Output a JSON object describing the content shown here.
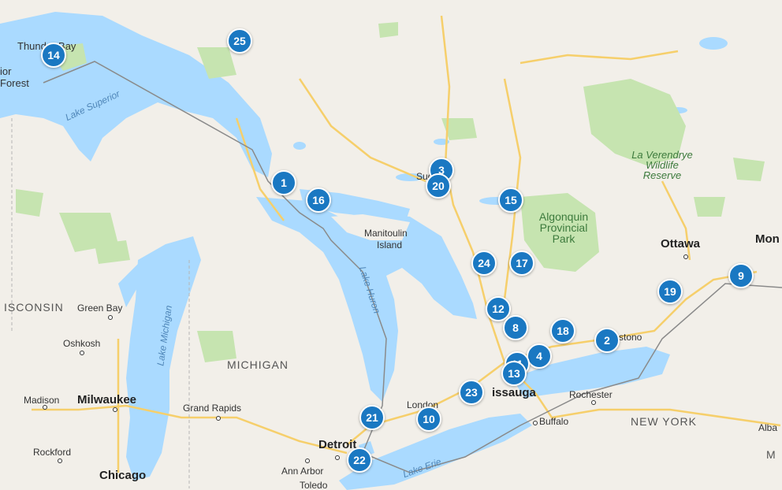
{
  "map": {
    "water_labels": [
      {
        "text": "Lake Superior"
      },
      {
        "text": "Lake Michigan"
      },
      {
        "text": "Lake Huron"
      },
      {
        "text": "Lake Erie"
      }
    ],
    "park_labels": [
      {
        "lines": [
          "La Verendrye",
          "Wildlife",
          "Reserve"
        ]
      },
      {
        "lines": [
          "Algonquin",
          "Provincial",
          "Park"
        ]
      }
    ],
    "place_labels": [
      {
        "text": "Thunder Bay"
      },
      {
        "text": "ior"
      },
      {
        "text": "Forest"
      },
      {
        "text": "Manitoulin"
      },
      {
        "text": "Island"
      },
      {
        "text": "Sudbury"
      },
      {
        "text": "Ottawa"
      },
      {
        "text": "Mon"
      },
      {
        "text": "ISCONSIN"
      },
      {
        "text": "Green Bay"
      },
      {
        "text": "Oshkosh"
      },
      {
        "text": "MICHIGAN"
      },
      {
        "text": "Madison"
      },
      {
        "text": "Milwaukee"
      },
      {
        "text": "Grand Rapids"
      },
      {
        "text": "London"
      },
      {
        "text": "Rochester"
      },
      {
        "text": "NEW YORK"
      },
      {
        "text": "Buffalo"
      },
      {
        "text": "Rockford"
      },
      {
        "text": "Chicago"
      },
      {
        "text": "Detroit"
      },
      {
        "text": "Ann Arbor"
      },
      {
        "text": "Toledo"
      },
      {
        "text": "Alba"
      },
      {
        "text": "M"
      },
      {
        "text": "issauga"
      },
      {
        "text": "stono"
      }
    ],
    "markers": [
      "14",
      "25",
      "1",
      "16",
      "3",
      "20",
      "15",
      "24",
      "17",
      "12",
      "8",
      "18",
      "2",
      "4",
      "11",
      "13",
      "23",
      "21",
      "10",
      "22",
      "9",
      "19"
    ]
  }
}
